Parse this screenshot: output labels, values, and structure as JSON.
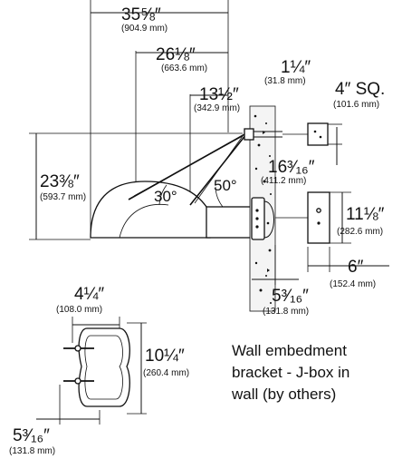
{
  "dimensions": {
    "overall_width": {
      "imperial": "35⅝″",
      "metric": "(904.9 mm)"
    },
    "arm_width": {
      "imperial": "26⅛″",
      "metric": "(663.6 mm)"
    },
    "brace_width": {
      "imperial": "13½″",
      "metric": "(342.9 mm)"
    },
    "plate_thickness": {
      "imperial": "1¼″",
      "metric": "(31.8 mm)"
    },
    "jbox_square": {
      "imperial": "4″ SQ.",
      "metric": "(101.6 mm)"
    },
    "overall_height": {
      "imperial": "23⅜″",
      "metric": "(593.7 mm)"
    },
    "brace_height": {
      "imperial": "16³⁄₁₆″",
      "metric": "(411.2 mm)"
    },
    "bracket_height": {
      "imperial": "11⅛″",
      "metric": "(282.6 mm)"
    },
    "plate_width": {
      "imperial": "6″",
      "metric": "(152.4 mm)"
    },
    "embed_depth": {
      "imperial": "5³⁄₁₆″",
      "metric": "(131.8 mm)"
    },
    "detail_width": {
      "imperial": "4¼″",
      "metric": "(108.0 mm)"
    },
    "detail_height": {
      "imperial": "10¼″",
      "metric": "(260.4 mm)"
    },
    "detail_depth": {
      "imperial": "5³⁄₁₆″",
      "metric": "(131.8 mm)"
    }
  },
  "angles": {
    "lower": "30°",
    "upper": "50°"
  },
  "caption": {
    "line1": "Wall embedment",
    "line2": "bracket - J-box in",
    "line3": "wall (by others)"
  }
}
